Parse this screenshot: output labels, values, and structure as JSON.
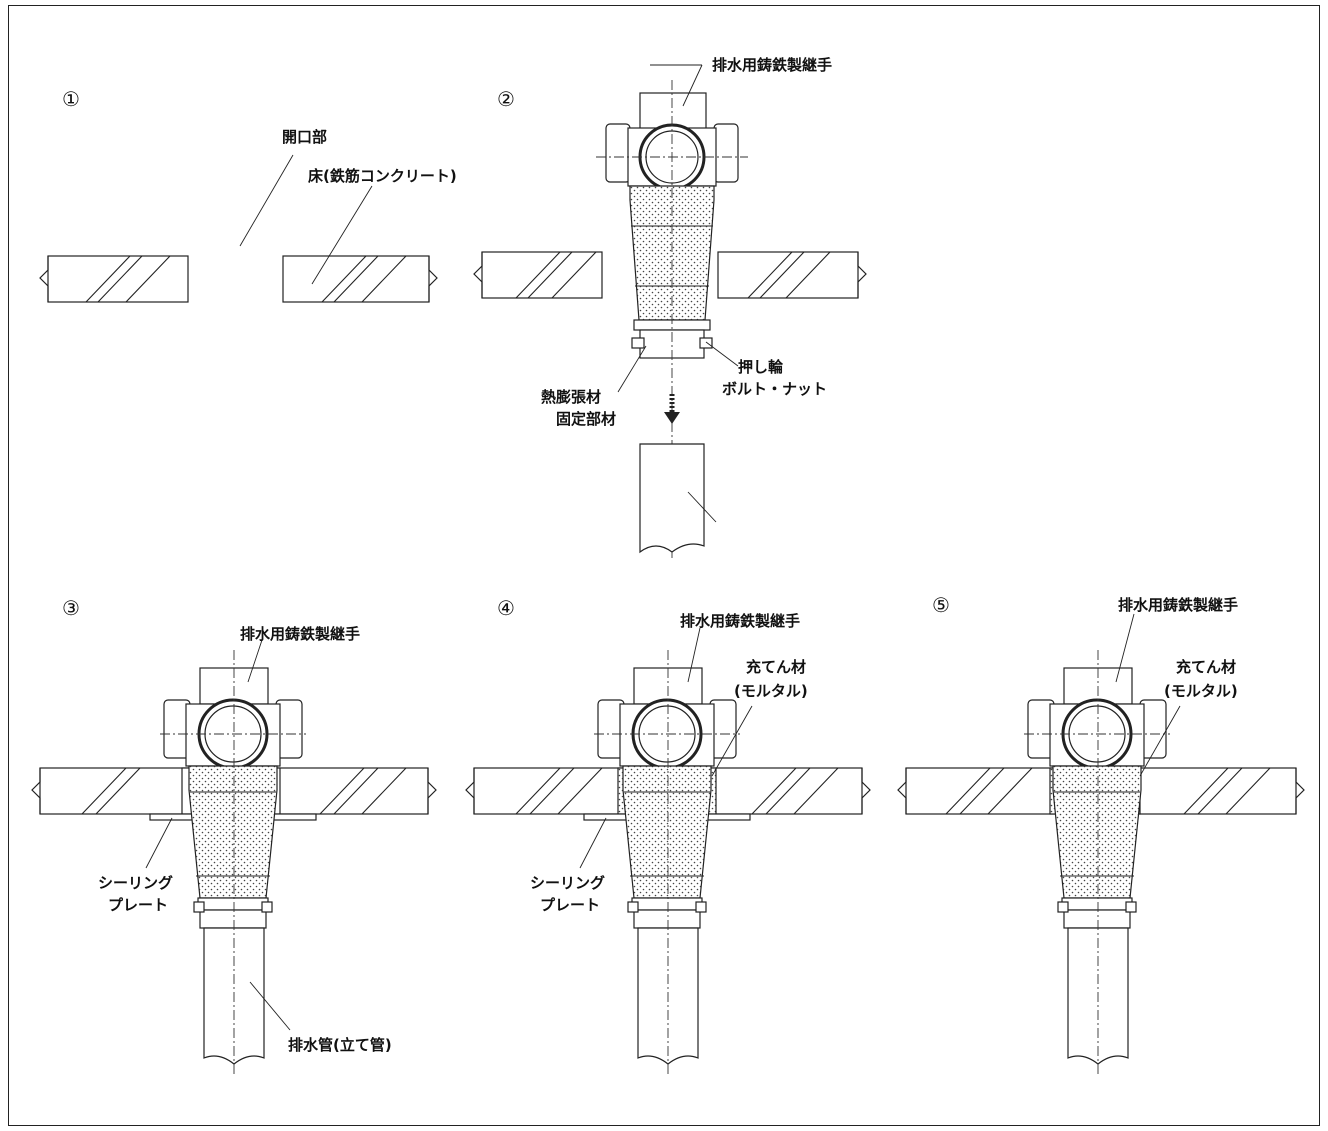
{
  "steps": [
    {
      "number": "①"
    },
    {
      "number": "②"
    },
    {
      "number": "③"
    },
    {
      "number": "④"
    },
    {
      "number": "⑤"
    }
  ],
  "labels": {
    "opening": "開口部",
    "floor": "床(鉄筋コンクリート)",
    "fitting": "排水用鋳鉄製継手",
    "push_ring": "押し輪",
    "bolt_nut": "ボルト・ナット",
    "thermal_material": "熱膨張材",
    "fixing_member": "固定部材",
    "sealing_plate_1": "シーリング",
    "sealing_plate_2": "プレート",
    "drain_pipe": "排水管(立て管)",
    "filler_1": "充てん材",
    "filler_2": "(モルタル)"
  },
  "colors": {
    "line": "#222222",
    "background": "#ffffff"
  }
}
